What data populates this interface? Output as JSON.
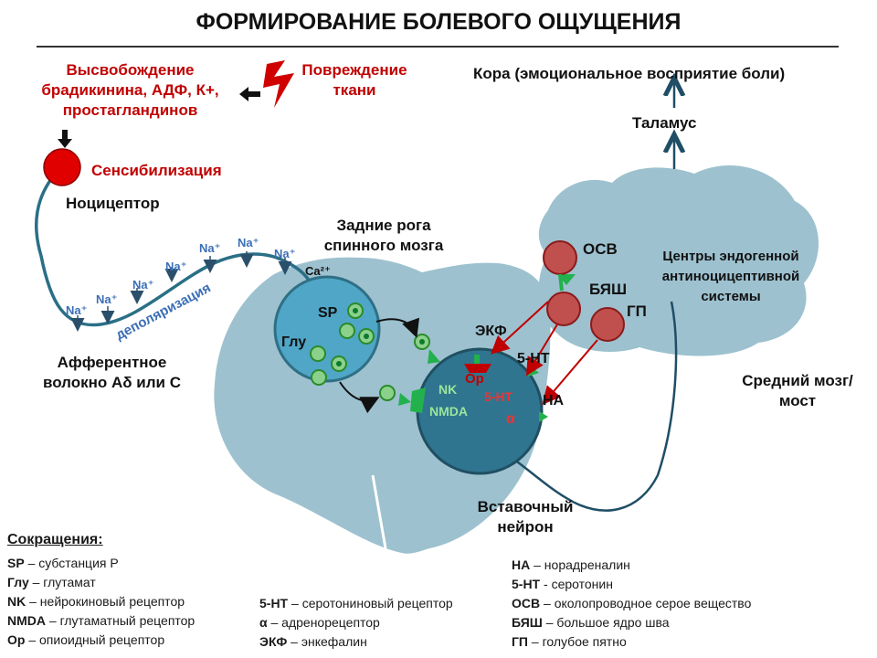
{
  "title": "ФОРМИРОВАНИЕ БОЛЕВОГО ОЩУЩЕНИЯ",
  "labels": {
    "release": "Высвобождение брадикинина, АДФ, К+, простагландинов",
    "damage": "Повреждение ткани",
    "sensitization": "Сенсибилизация",
    "nociceptor": "Ноцицептор",
    "afferent": "Афферентное волокно Аδ или С",
    "depolarization": "деполяризация",
    "na": "Na⁺",
    "ca": "Ca²⁺",
    "dorsal_horns": "Задние рога спинного мозга",
    "sp": "SP",
    "glu": "Глу",
    "ekf": "ЭКФ",
    "op": "Op",
    "nk": "NK",
    "nmda": "NMDA",
    "five_ht_receptor": "5-HT",
    "alpha": "α",
    "five_ht": "5-HT",
    "ha": "НА",
    "interneuron": "Вставочный нейрон",
    "cortex": "Кора (эмоциональное восприятие боли)",
    "thalamus": "Таламус",
    "osv": "ОСВ",
    "byash": "БЯШ",
    "gp": "ГП",
    "centers": "Центры эндогенной антиноцицептивной системы",
    "midbrain": "Средний мозг/мост"
  },
  "abbreviations": {
    "heading": "Сокращения:",
    "col1": [
      {
        "term": "SP",
        "desc": " – субстанция Р"
      },
      {
        "term": "Глу",
        "desc": " – глутамат"
      },
      {
        "term": "NK",
        "desc": " – нейрокиновый рецептор"
      },
      {
        "term": "NMDA",
        "desc": " – глутаматный рецептор"
      },
      {
        "term": "Ор",
        "desc": " – опиоидный рецептор"
      }
    ],
    "col2": [
      {
        "term": "5-НТ",
        "desc": " – серотониновый рецептор"
      },
      {
        "term": "α",
        "desc": " – адренорецептор"
      },
      {
        "term": "ЭКФ",
        "desc": " – энкефалин"
      }
    ],
    "col3": [
      {
        "term": "НА",
        "desc": " – норадреналин"
      },
      {
        "term": "5-НТ",
        "desc": " - серотонин"
      },
      {
        "term": "ОСВ",
        "desc": " – околопроводное серое вещество"
      },
      {
        "term": "БЯШ",
        "desc": " – большое ядро шва"
      },
      {
        "term": "ГП",
        "desc": " – голубое пятно"
      }
    ]
  },
  "colors": {
    "accent_red": "#c00000",
    "tissue": "#9dc1cf",
    "neuron_body": "#3a8aa3",
    "neuron_dark": "#2f6f86",
    "green": "#22b14c",
    "arrow_dark": "#1f4e66"
  }
}
